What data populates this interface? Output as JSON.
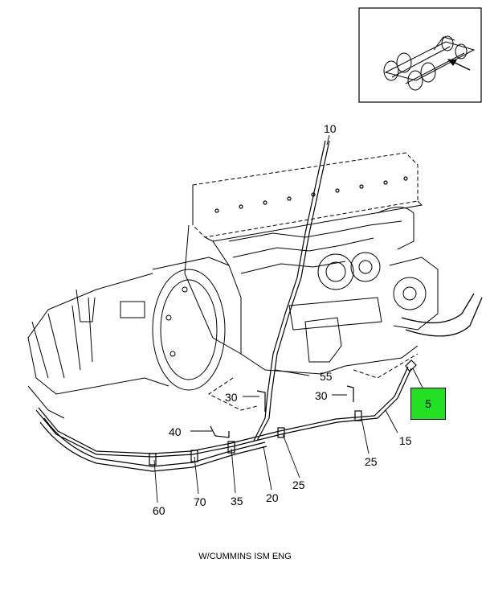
{
  "callouts": {
    "c10": "10",
    "c55": "55",
    "c30a": "30",
    "c30b": "30",
    "c5": "5",
    "c40": "40",
    "c15": "15",
    "c25a": "25",
    "c25b": "25",
    "c60": "60",
    "c70": "70",
    "c35": "35",
    "c20": "20"
  },
  "caption": "W/CUMMINS ISM ENG",
  "colors": {
    "highlight": "#22e022",
    "line": "#000000"
  }
}
